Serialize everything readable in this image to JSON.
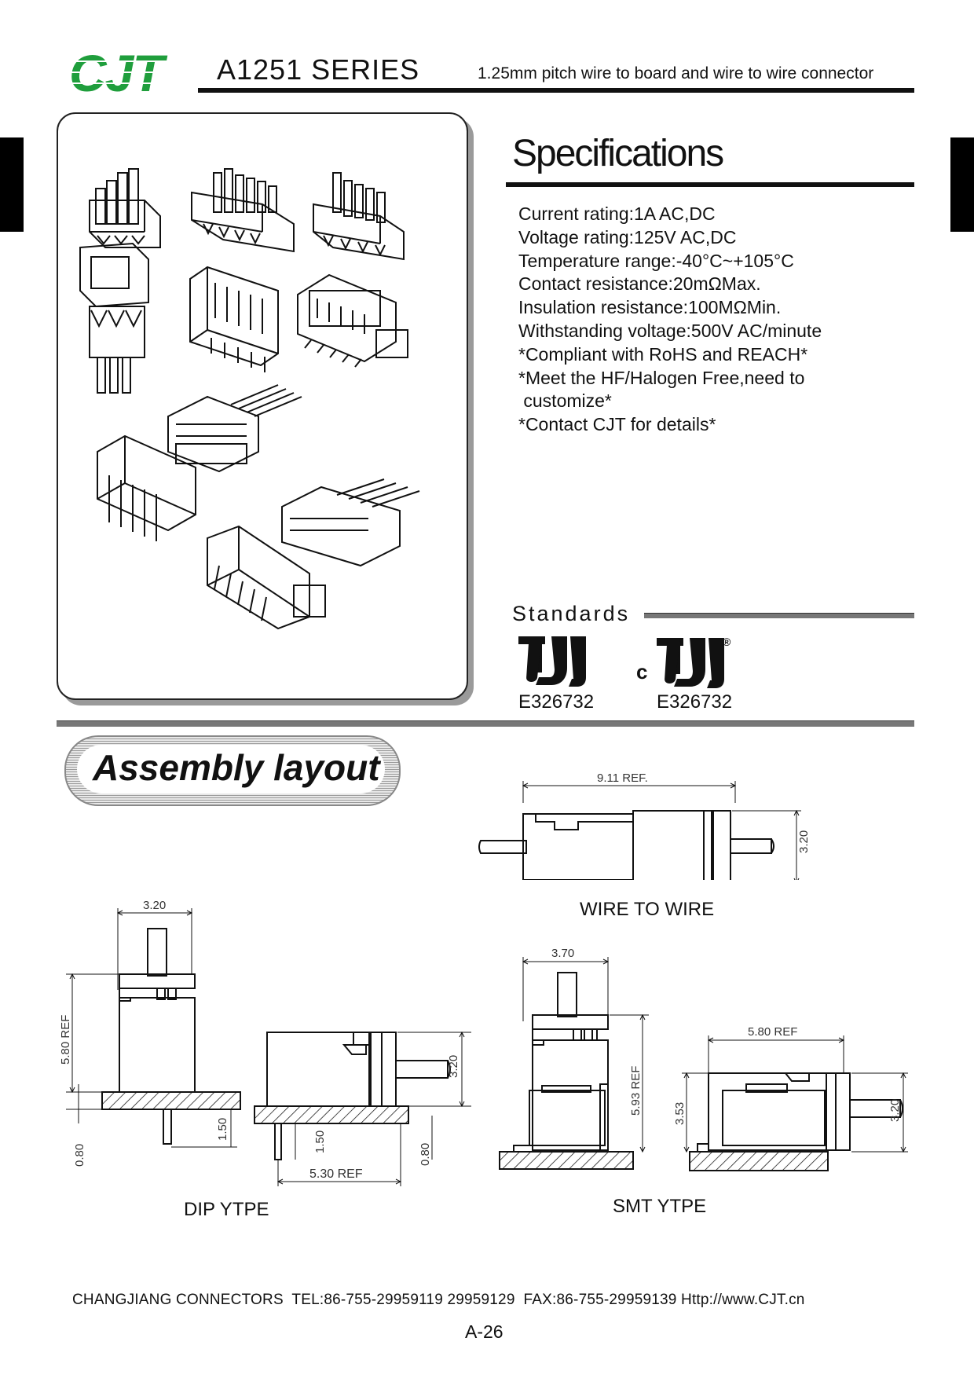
{
  "header": {
    "logo_text": "CJT",
    "series": "A1251 SERIES",
    "subtitle": "1.25mm pitch wire to board and wire to wire connector"
  },
  "specifications": {
    "title": "Specifications",
    "items": [
      "Current rating:1A AC,DC",
      "Voltage rating:125V AC,DC",
      "Temperature range:-40°C~+105°C",
      "Contact resistance:20mΩMax.",
      "Insulation resistance:100MΩMin.",
      "Withstanding voltage:500V AC/minute",
      "*Compliant with RoHS and REACH*",
      "*Meet the HF/Halogen Free,need to",
      " customize*",
      "*Contact CJT for details*"
    ]
  },
  "standards": {
    "title": "Standards",
    "ul_file": "E326732",
    "cul_file": "E326732",
    "cul_prefix": "c",
    "registered": "®"
  },
  "assembly": {
    "title": "Assembly layout",
    "wire_to_wire": {
      "caption": "WIRE TO WIRE",
      "dim_length": "9.11 REF.",
      "dim_height": "3.20"
    },
    "dip": {
      "caption": "DIP YTPE",
      "dim_width": "3.20",
      "dim_height": "5.80 REF",
      "dim_pcb_left": "0.80",
      "dim_pin_left": "1.50",
      "dim_pin_right": "1.50",
      "dim_side_height": "3.20",
      "dim_length": "5.30 REF",
      "dim_pcb_right": "0.80"
    },
    "smt": {
      "caption": "SMT YTPE",
      "dim_width": "3.70",
      "dim_height": "5.93 REF",
      "dim_length": "5.80 REF",
      "dim_side_height": "3.53",
      "dim_side_right": "3.20"
    }
  },
  "footer": {
    "contact": "CHANGJIANG CONNECTORS  TEL:86-755-29959119 29959129  FAX:86-755-29959139 Http://www.CJT.cn",
    "page": "A-26"
  },
  "colors": {
    "logo_green": "#1f9e3c",
    "rule_dark": "#111111",
    "rule_grey": "#777777"
  }
}
